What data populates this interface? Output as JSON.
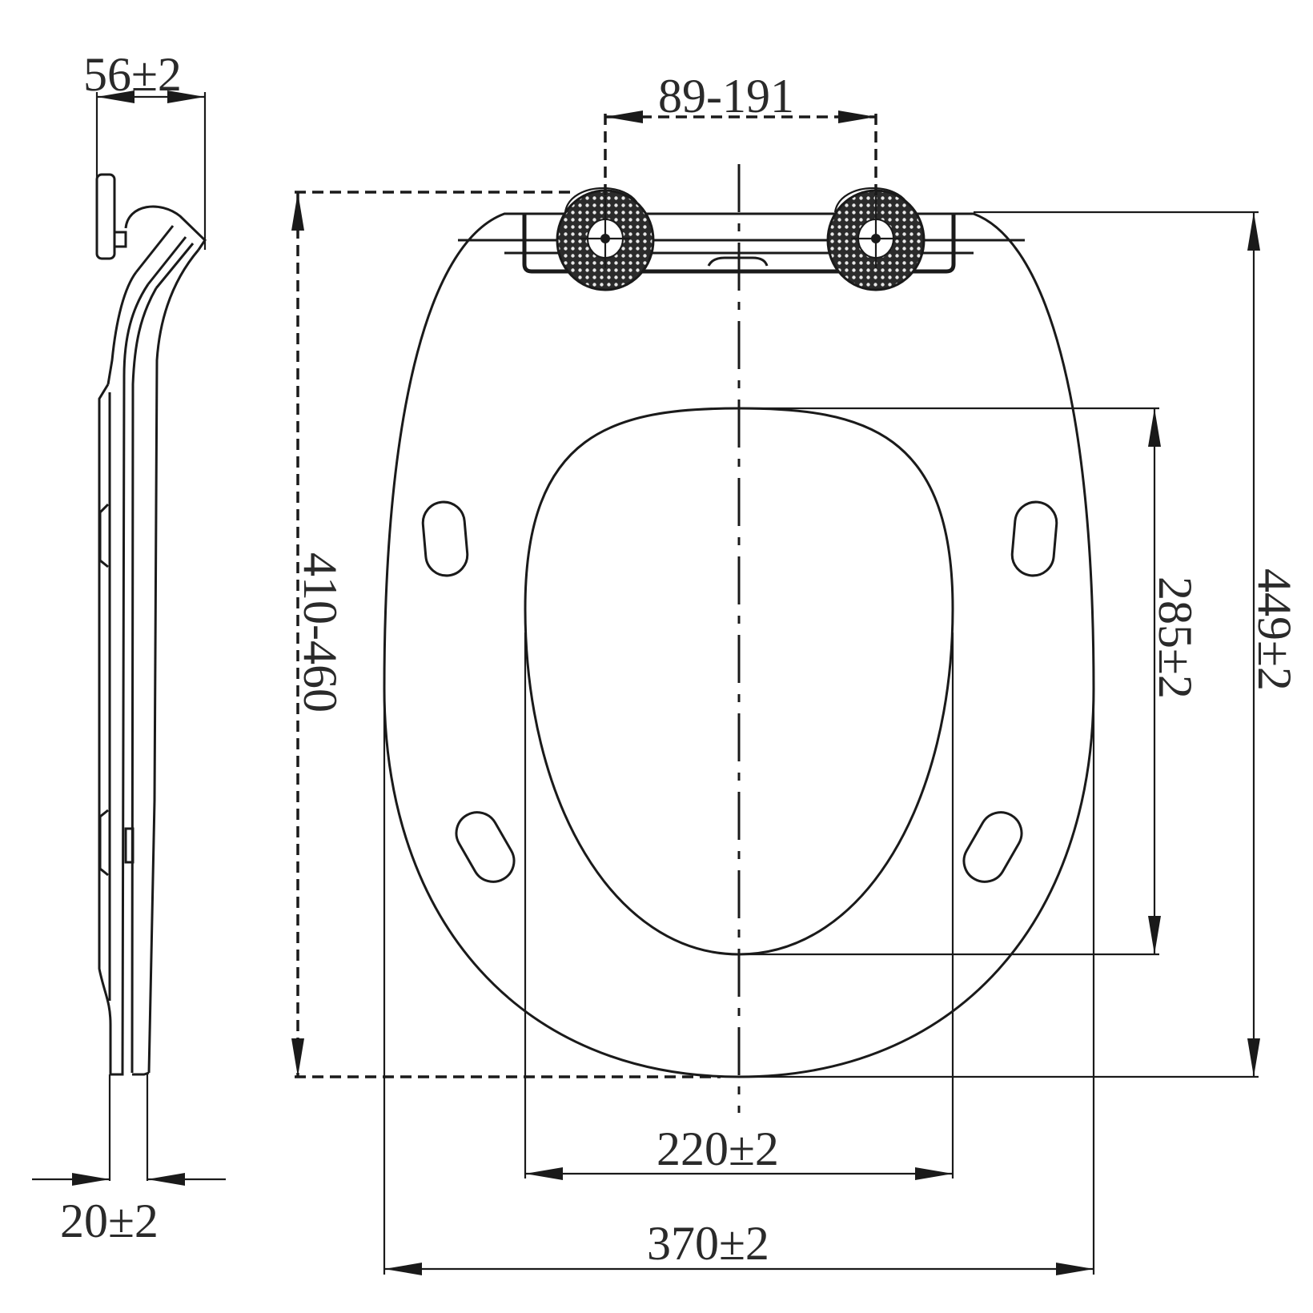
{
  "drawing": {
    "subject": "toilet seat technical drawing",
    "views": [
      "side view",
      "top view"
    ],
    "colors": {
      "line": "#1a1a1a",
      "text": "#2a2a2a",
      "background": "#ffffff"
    }
  },
  "side_view": {
    "dimensions": {
      "hinge_height": "56±2",
      "thickness": "20±2"
    }
  },
  "top_view": {
    "dimensions": {
      "hinge_spacing": "89-191",
      "length_range": "410-460",
      "overall_length": "449±2",
      "opening_length": "285±2",
      "opening_width": "220±2",
      "overall_width": "370±2"
    }
  }
}
